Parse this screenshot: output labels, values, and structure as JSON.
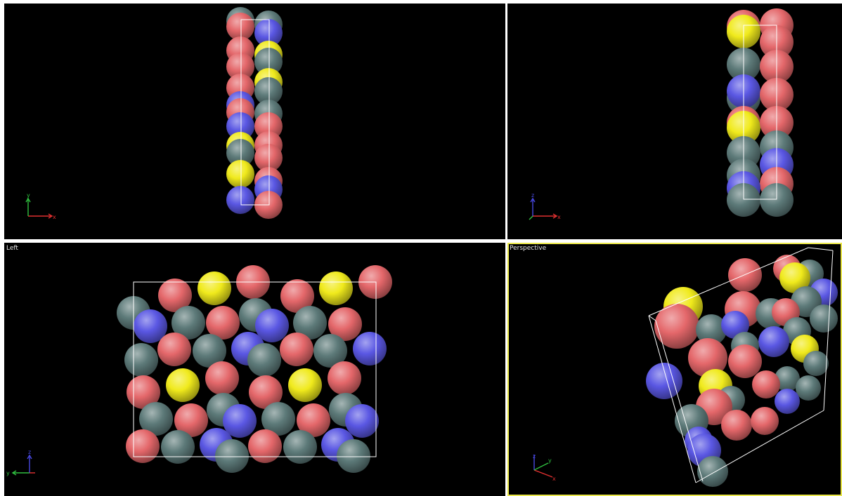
{
  "viewports": {
    "top": {
      "label": ""
    },
    "front": {
      "label": ""
    },
    "left": {
      "label": "Left"
    },
    "perspective": {
      "label": "Perspective"
    }
  },
  "axes": {
    "top": {
      "h": "x",
      "v": "y"
    },
    "front": {
      "h": "x",
      "v": "z"
    },
    "left": {
      "h": "y",
      "v": "z"
    },
    "perspective": {
      "h": "x",
      "v": "z",
      "d": "y"
    }
  },
  "colors": {
    "red": "#e4676a",
    "gray": "#5d7a79",
    "blue": "#5a57e3",
    "yellow": "#f0ea1c",
    "active_border": "#e9e64a",
    "bbox": "#ffffff",
    "axis_x": "#e03030",
    "axis_y": "#30c040",
    "axis_z": "#4848e0"
  },
  "spheres": {
    "top": [
      [
        "gray",
        342,
        30,
        20
      ],
      [
        "gray",
        382,
        35,
        20
      ],
      [
        "red",
        342,
        38,
        20
      ],
      [
        "blue",
        382,
        47,
        20
      ],
      [
        "red",
        342,
        72,
        20
      ],
      [
        "yellow",
        382,
        78,
        20
      ],
      [
        "gray",
        382,
        88,
        20
      ],
      [
        "red",
        342,
        95,
        20
      ],
      [
        "yellow",
        382,
        117,
        20
      ],
      [
        "red",
        342,
        125,
        20
      ],
      [
        "gray",
        382,
        130,
        20
      ],
      [
        "blue",
        342,
        150,
        20
      ],
      [
        "red",
        342,
        160,
        20
      ],
      [
        "gray",
        382,
        162,
        20
      ],
      [
        "blue",
        342,
        180,
        20
      ],
      [
        "red",
        382,
        180,
        20
      ],
      [
        "yellow",
        342,
        208,
        20
      ],
      [
        "red",
        382,
        207,
        20
      ],
      [
        "gray",
        342,
        218,
        20
      ],
      [
        "red",
        382,
        225,
        20
      ],
      [
        "yellow",
        342,
        248,
        20
      ],
      [
        "red",
        382,
        258,
        20
      ],
      [
        "blue",
        382,
        270,
        20
      ],
      [
        "blue",
        342,
        285,
        20
      ],
      [
        "red",
        382,
        292,
        20
      ]
    ],
    "front": [
      [
        "red",
        1058,
        38,
        24
      ],
      [
        "red",
        1105,
        36,
        24
      ],
      [
        "yellow",
        1058,
        45,
        24
      ],
      [
        "red",
        1105,
        60,
        24
      ],
      [
        "gray",
        1058,
        92,
        24
      ],
      [
        "red",
        1105,
        95,
        24
      ],
      [
        "gray",
        1058,
        140,
        24
      ],
      [
        "blue",
        1058,
        130,
        24
      ],
      [
        "red",
        1105,
        135,
        24
      ],
      [
        "red",
        1058,
        175,
        24
      ],
      [
        "yellow",
        1058,
        182,
        24
      ],
      [
        "red",
        1105,
        175,
        24
      ],
      [
        "gray",
        1105,
        210,
        24
      ],
      [
        "gray",
        1058,
        218,
        24
      ],
      [
        "blue",
        1105,
        235,
        24
      ],
      [
        "gray",
        1058,
        250,
        24
      ],
      [
        "red",
        1105,
        262,
        24
      ],
      [
        "blue",
        1058,
        268,
        24
      ],
      [
        "gray",
        1058,
        285,
        24
      ],
      [
        "gray",
        1105,
        285,
        24
      ]
    ],
    "left": [
      [
        "red",
        249,
        421,
        24
      ],
      [
        "yellow",
        305,
        411,
        24
      ],
      [
        "red",
        360,
        402,
        24
      ],
      [
        "red",
        423,
        422,
        24
      ],
      [
        "yellow",
        478,
        411,
        24
      ],
      [
        "red",
        534,
        402,
        24
      ],
      [
        "gray",
        190,
        446,
        24
      ],
      [
        "blue",
        214,
        465,
        24
      ],
      [
        "gray",
        268,
        460,
        24
      ],
      [
        "gray",
        364,
        449,
        24
      ],
      [
        "red",
        317,
        460,
        24
      ],
      [
        "blue",
        387,
        464,
        24
      ],
      [
        "gray",
        441,
        460,
        24
      ],
      [
        "red",
        491,
        462,
        24
      ],
      [
        "gray",
        201,
        513,
        24
      ],
      [
        "red",
        248,
        498,
        24
      ],
      [
        "gray",
        298,
        500,
        24
      ],
      [
        "blue",
        353,
        497,
        24
      ],
      [
        "gray",
        376,
        513,
        24
      ],
      [
        "red",
        422,
        498,
        24
      ],
      [
        "gray",
        470,
        500,
        24
      ],
      [
        "blue",
        526,
        497,
        24
      ],
      [
        "red",
        204,
        559,
        24
      ],
      [
        "yellow",
        260,
        549,
        24
      ],
      [
        "red",
        316,
        539,
        24
      ],
      [
        "red",
        378,
        559,
        24
      ],
      [
        "yellow",
        434,
        549,
        24
      ],
      [
        "red",
        490,
        539,
        24
      ],
      [
        "gray",
        222,
        597,
        24
      ],
      [
        "red",
        272,
        599,
        24
      ],
      [
        "gray",
        318,
        584,
        24
      ],
      [
        "blue",
        341,
        600,
        24
      ],
      [
        "gray",
        396,
        597,
        24
      ],
      [
        "red",
        446,
        599,
        24
      ],
      [
        "gray",
        492,
        584,
        24
      ],
      [
        "blue",
        515,
        600,
        24
      ],
      [
        "red",
        203,
        636,
        24
      ],
      [
        "gray",
        253,
        637,
        24
      ],
      [
        "blue",
        308,
        634,
        24
      ],
      [
        "gray",
        330,
        650,
        24
      ],
      [
        "red",
        377,
        636,
        24
      ],
      [
        "gray",
        427,
        637,
        24
      ],
      [
        "blue",
        481,
        634,
        24
      ],
      [
        "gray",
        503,
        650,
        24
      ]
    ],
    "perspective": [
      [
        "red",
        1120,
        383,
        20
      ],
      [
        "gray",
        1152,
        390,
        20
      ],
      [
        "yellow",
        1131,
        396,
        22
      ],
      [
        "blue",
        1172,
        417,
        20
      ],
      [
        "red",
        1060,
        392,
        24
      ],
      [
        "yellow",
        972,
        437,
        28
      ],
      [
        "red",
        963,
        465,
        32
      ],
      [
        "red",
        1057,
        441,
        26
      ],
      [
        "gray",
        1097,
        447,
        22
      ],
      [
        "gray",
        1147,
        430,
        22
      ],
      [
        "gray",
        1172,
        454,
        20
      ],
      [
        "gray",
        1012,
        470,
        22
      ],
      [
        "red",
        1118,
        445,
        20
      ],
      [
        "gray",
        1134,
        472,
        20
      ],
      [
        "blue",
        1046,
        463,
        20
      ],
      [
        "blue",
        1101,
        487,
        22
      ],
      [
        "yellow",
        1145,
        497,
        20
      ],
      [
        "gray",
        1060,
        493,
        20
      ],
      [
        "gray",
        1161,
        518,
        18
      ],
      [
        "red",
        1007,
        510,
        28
      ],
      [
        "red",
        1060,
        515,
        24
      ],
      [
        "gray",
        1120,
        540,
        18
      ],
      [
        "red",
        1090,
        548,
        20
      ],
      [
        "gray",
        1150,
        553,
        18
      ],
      [
        "blue",
        945,
        543,
        26
      ],
      [
        "yellow",
        1018,
        550,
        24
      ],
      [
        "blue",
        1120,
        572,
        18
      ],
      [
        "gray",
        1040,
        570,
        20
      ],
      [
        "red",
        1016,
        580,
        26
      ],
      [
        "gray",
        984,
        600,
        24
      ],
      [
        "red",
        1048,
        606,
        22
      ],
      [
        "red",
        1088,
        600,
        20
      ],
      [
        "blue",
        994,
        628,
        20
      ],
      [
        "blue",
        1002,
        642,
        24
      ],
      [
        "gray",
        1014,
        672,
        22
      ]
    ]
  }
}
